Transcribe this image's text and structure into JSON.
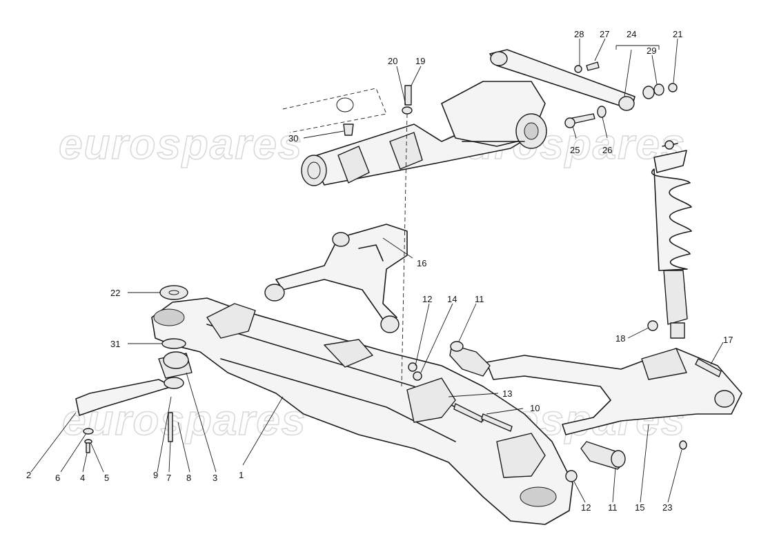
{
  "watermark": "eurospares",
  "callouts": [
    "1",
    "2",
    "3",
    "4",
    "5",
    "6",
    "7",
    "8",
    "9",
    "10",
    "11",
    "11",
    "12",
    "12",
    "13",
    "14",
    "15",
    "16",
    "17",
    "18",
    "19",
    "20",
    "21",
    "22",
    "23",
    "24",
    "25",
    "26",
    "27",
    "28",
    "29",
    "30",
    "31"
  ],
  "colors": {
    "ink": "#1a1a1a",
    "background": "#ffffff",
    "watermark": "#d9d9d9"
  }
}
